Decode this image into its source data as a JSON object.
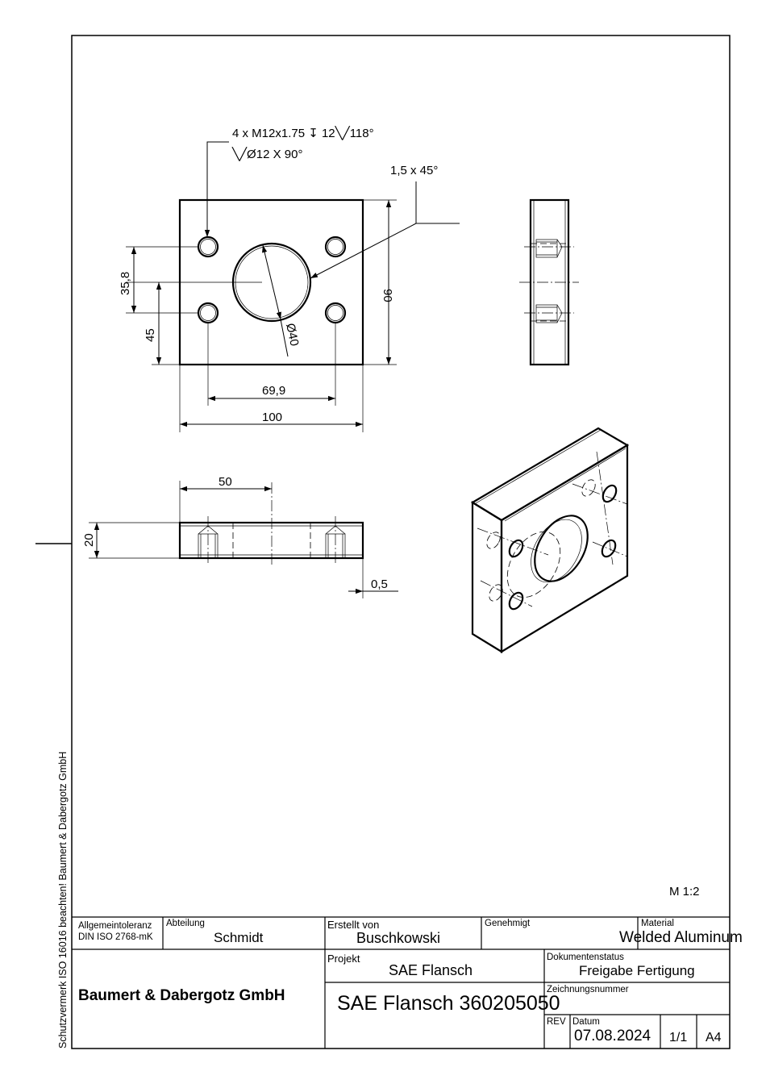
{
  "side_text": "Schutzvermerk ISO 16016 beachten! Baumert & Dabergotz GmbH",
  "scale": "M 1:2",
  "dimensions": {
    "thread_note_line1": "4 x M12x1.75 ↧ 12╲╱118°",
    "thread_note_line2": "╲╱Ø12 X 90°",
    "chamfer": "1,5 x 45°",
    "d358": "35,8",
    "d45": "45",
    "d90": "90",
    "d699": "69,9",
    "d100": "100",
    "d40": "Ø40",
    "d50": "50",
    "d20": "20",
    "d05": "0,5"
  },
  "title_block": {
    "tolerance_label": "Allgemeintoleranz",
    "tolerance_value": "DIN ISO 2768-mK",
    "department_label": "Abteilung",
    "department_value": "Schmidt",
    "created_label": "Erstellt von",
    "created_value": "Buschkowski",
    "approved_label": "Genehmigt",
    "approved_value": "",
    "material_label": "Material",
    "material_value": "Welded Aluminum",
    "company": "Baumert & Dabergotz GmbH",
    "project_label": "Projekt",
    "project_value": "SAE Flansch",
    "doc_status_label": "Dokumentenstatus",
    "doc_status_value": "Freigabe Fertigung",
    "drawing_title": "SAE Flansch 360205050",
    "drawing_number_label": "Zeichnungsnummer",
    "rev_label": "REV",
    "date_label": "Datum",
    "date_value": "07.08.2024",
    "sheet": "1/1",
    "format": "A4"
  }
}
